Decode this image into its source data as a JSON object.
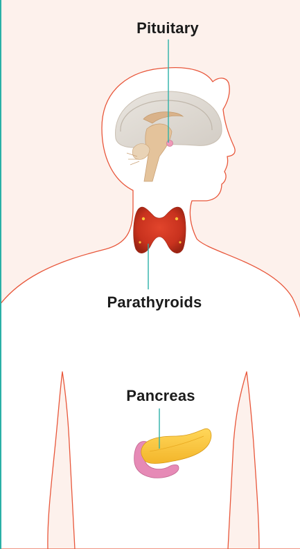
{
  "labels": {
    "pituitary": "Pituitary",
    "parathyroids": "Parathyroids",
    "pancreas": "Pancreas"
  },
  "colors": {
    "background": "#fdf1ec",
    "body_fill": "#ffffff",
    "outline": "#e8563a",
    "leader_line": "#2ab0a7",
    "frame": "#2ab0a7",
    "thyroid": "#c8321e",
    "pancreas": "#f8c43a",
    "duodenum": "#e68ab6"
  },
  "icons": [
    "brain-icon",
    "thyroid-icon",
    "pancreas-icon"
  ]
}
